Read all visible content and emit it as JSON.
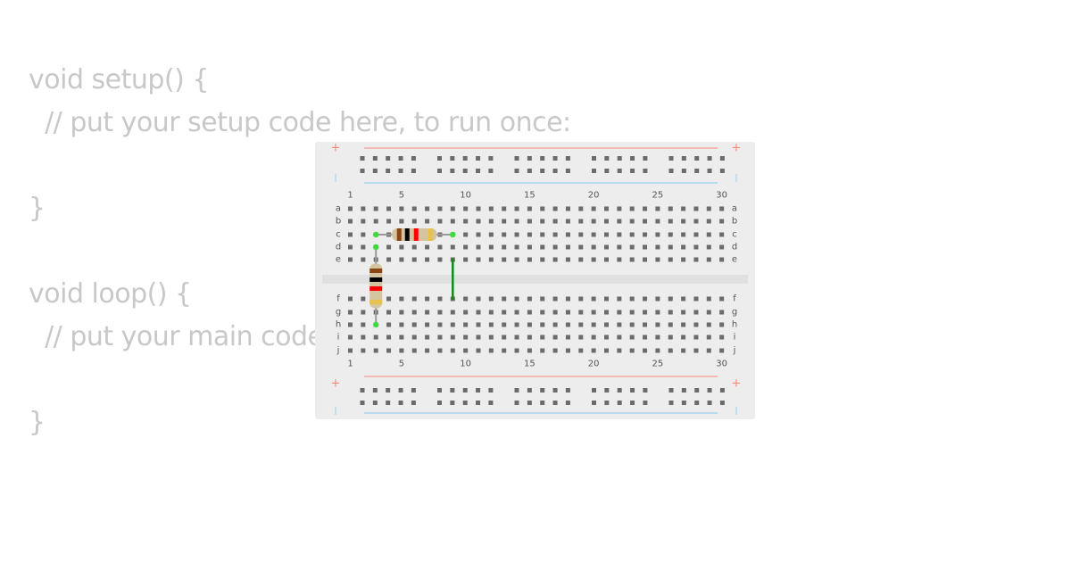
{
  "code_lines": [
    "void setup() {",
    "  // put your setup code here, to run once:",
    "",
    "}",
    "",
    "void loop() {",
    "  // put your main code here, to run repeatedly:",
    "",
    "}"
  ],
  "breadboard": {
    "columns": 30,
    "column_labels": [
      "1",
      "5",
      "10",
      "15",
      "20",
      "25",
      "30"
    ],
    "top_rows": [
      "a",
      "b",
      "c",
      "d",
      "e"
    ],
    "bottom_rows": [
      "f",
      "g",
      "h",
      "i",
      "j"
    ],
    "plus_symbol": "+",
    "minus_symbol": "|",
    "rail_group_count": 5,
    "rail_holes_per_group": 5,
    "colors": {
      "board": "#ededed",
      "hole": "#6b6b6b",
      "label": "#555555",
      "trench": "#e0e0e0",
      "plus": "#f2897c",
      "minus": "#83c7e6",
      "wire": "#138a13",
      "lead": "#9a9a9a",
      "endpoint": "#3ddc3d",
      "resistor_body": "#d4c4a0"
    }
  },
  "components": {
    "resistor_horizontal": {
      "from": {
        "col": 3,
        "row": "c"
      },
      "to": {
        "col": 9,
        "row": "c"
      },
      "bands": [
        "#8b4513",
        "#000000",
        "#ff0000",
        "#e8c24a"
      ]
    },
    "resistor_vertical": {
      "from": {
        "col": 3,
        "row": "d"
      },
      "to": {
        "col": 3,
        "row": "h"
      },
      "bands": [
        "#8b4513",
        "#000000",
        "#ff0000",
        "#e8c24a"
      ]
    },
    "wire": {
      "from": {
        "col": 9,
        "row": "e"
      },
      "to": {
        "col": 9,
        "row": "f"
      },
      "color": "green"
    }
  }
}
